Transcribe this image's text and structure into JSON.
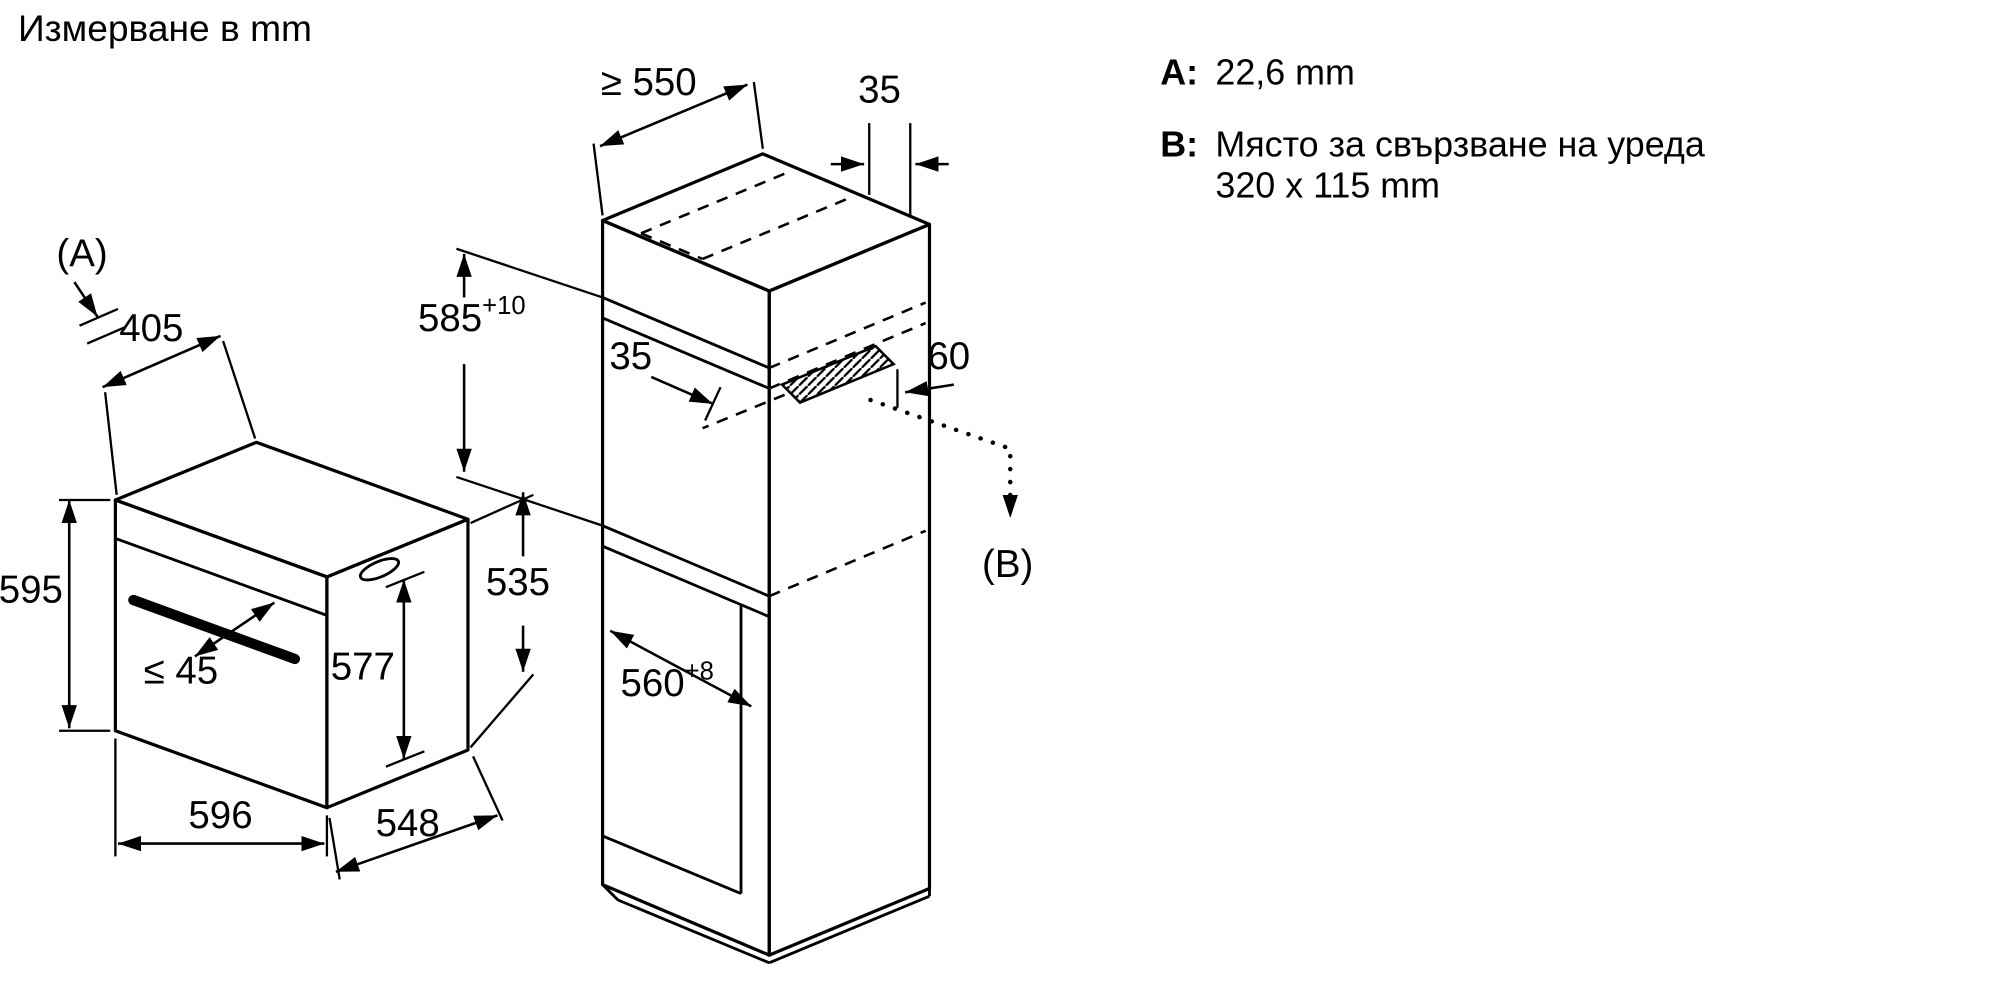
{
  "title": "Измерване в mm",
  "legend": {
    "a_key": "A:",
    "a_value": "22,6 mm",
    "b_key": "B:",
    "b_line1": "Място за свързване на уреда",
    "b_line2": "320 x 115 mm"
  },
  "oven_dims": {
    "a_ref": "(A)",
    "top_depth": "405",
    "height": "595",
    "handle": "≤ 45",
    "body_height": "577",
    "side_height": "535",
    "width": "596",
    "depth": "548"
  },
  "cabinet_dims": {
    "depth_min": "≥ 550",
    "top_gap": "35",
    "niche_height": "585",
    "niche_height_tol": "+10",
    "shelf_setback": "35",
    "conn_depth": "60",
    "niche_width": "560",
    "niche_width_tol": "+8",
    "b_ref": "(B)"
  },
  "colors": {
    "line": "#000000",
    "background": "#ffffff"
  }
}
